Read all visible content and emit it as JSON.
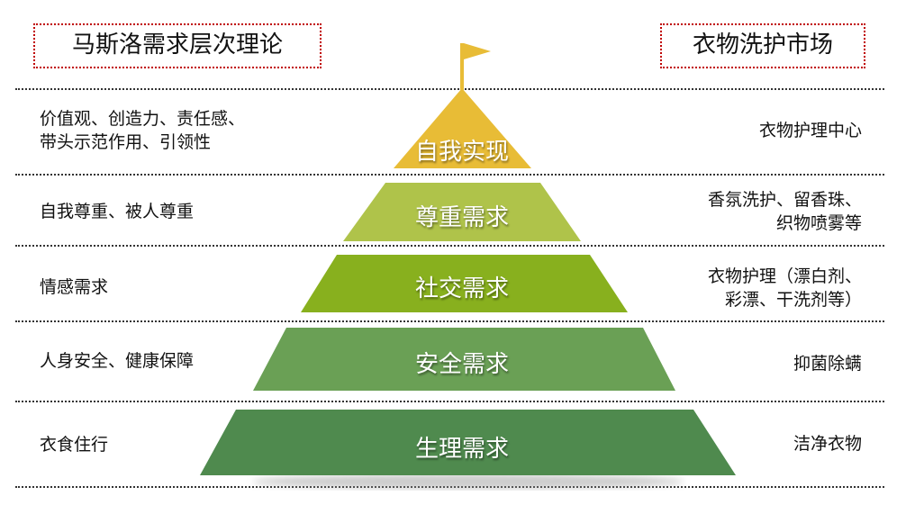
{
  "title_left": "马斯洛需求层次理论",
  "title_right": "衣物洗护市场",
  "levels": [
    {
      "name": "自我实现",
      "left": [
        "价值观、创造力、责任感、",
        "带头示范作用、引领性"
      ],
      "right": [
        "衣物护理中心"
      ],
      "color": "#E8BC36"
    },
    {
      "name": "尊重需求",
      "left": [
        "自我尊重、被人尊重"
      ],
      "right": [
        "香氛洗护、留香珠、",
        "织物喷雾等"
      ],
      "color": "#AFC34A"
    },
    {
      "name": "社交需求",
      "left": [
        "情感需求"
      ],
      "right": [
        "衣物护理（漂白剂、",
        "彩漂、干洗剂等）"
      ],
      "color": "#88B01E"
    },
    {
      "name": "安全需求",
      "left": [
        "人身安全、健康保障"
      ],
      "right": [
        "抑菌除螨"
      ],
      "color": "#6AA055"
    },
    {
      "name": "生理需求",
      "left": [
        "衣食住行"
      ],
      "right": [
        "洁净衣物"
      ],
      "color": "#4F8A4E"
    }
  ],
  "flag_color": "#E8BC36"
}
